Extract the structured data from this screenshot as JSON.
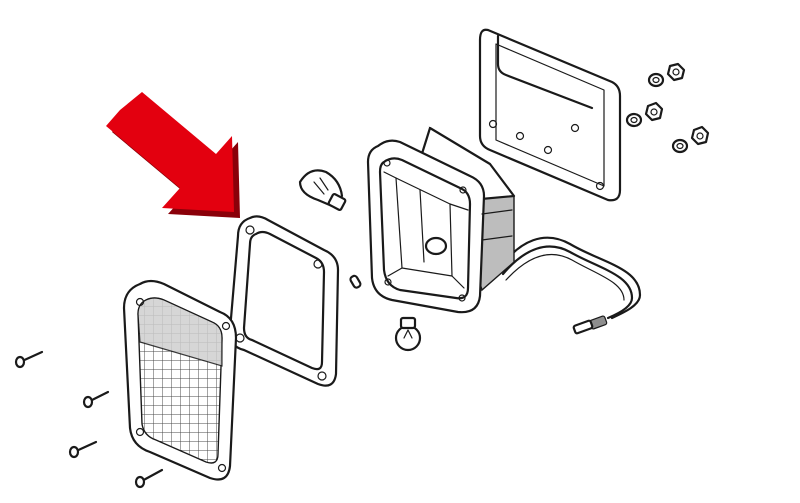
{
  "diagram": {
    "type": "exploded-parts-view",
    "accent_color": "#e3000f",
    "parts": [
      "mounting-bracket",
      "nut-washer-set",
      "lamp-housing",
      "wiring-harness",
      "stop-tail-bulb",
      "marker-bulb",
      "backup-bulb",
      "lens-gasket",
      "lens",
      "lens-screws"
    ],
    "highlighted_part": "lens-gasket",
    "indicator_icon": "red-arrow-icon"
  }
}
